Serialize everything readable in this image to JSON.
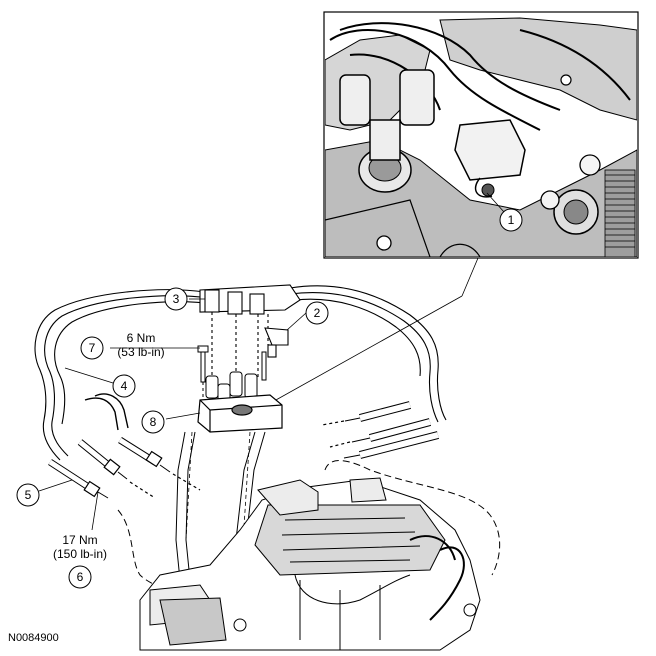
{
  "figure_id": "N0084900",
  "callouts": [
    {
      "id": "c1",
      "label": "1"
    },
    {
      "id": "c2",
      "label": "2"
    },
    {
      "id": "c3",
      "label": "3"
    },
    {
      "id": "c4",
      "label": "4"
    },
    {
      "id": "c5",
      "label": "5"
    },
    {
      "id": "c6",
      "label": "6"
    },
    {
      "id": "c7",
      "label": "7"
    },
    {
      "id": "c8",
      "label": "8"
    }
  ],
  "torque": {
    "t7_line1": "6 Nm",
    "t7_line2": "(53 lb-in)",
    "t6_line1": "17 Nm",
    "t6_line2": "(150 lb-in)"
  }
}
